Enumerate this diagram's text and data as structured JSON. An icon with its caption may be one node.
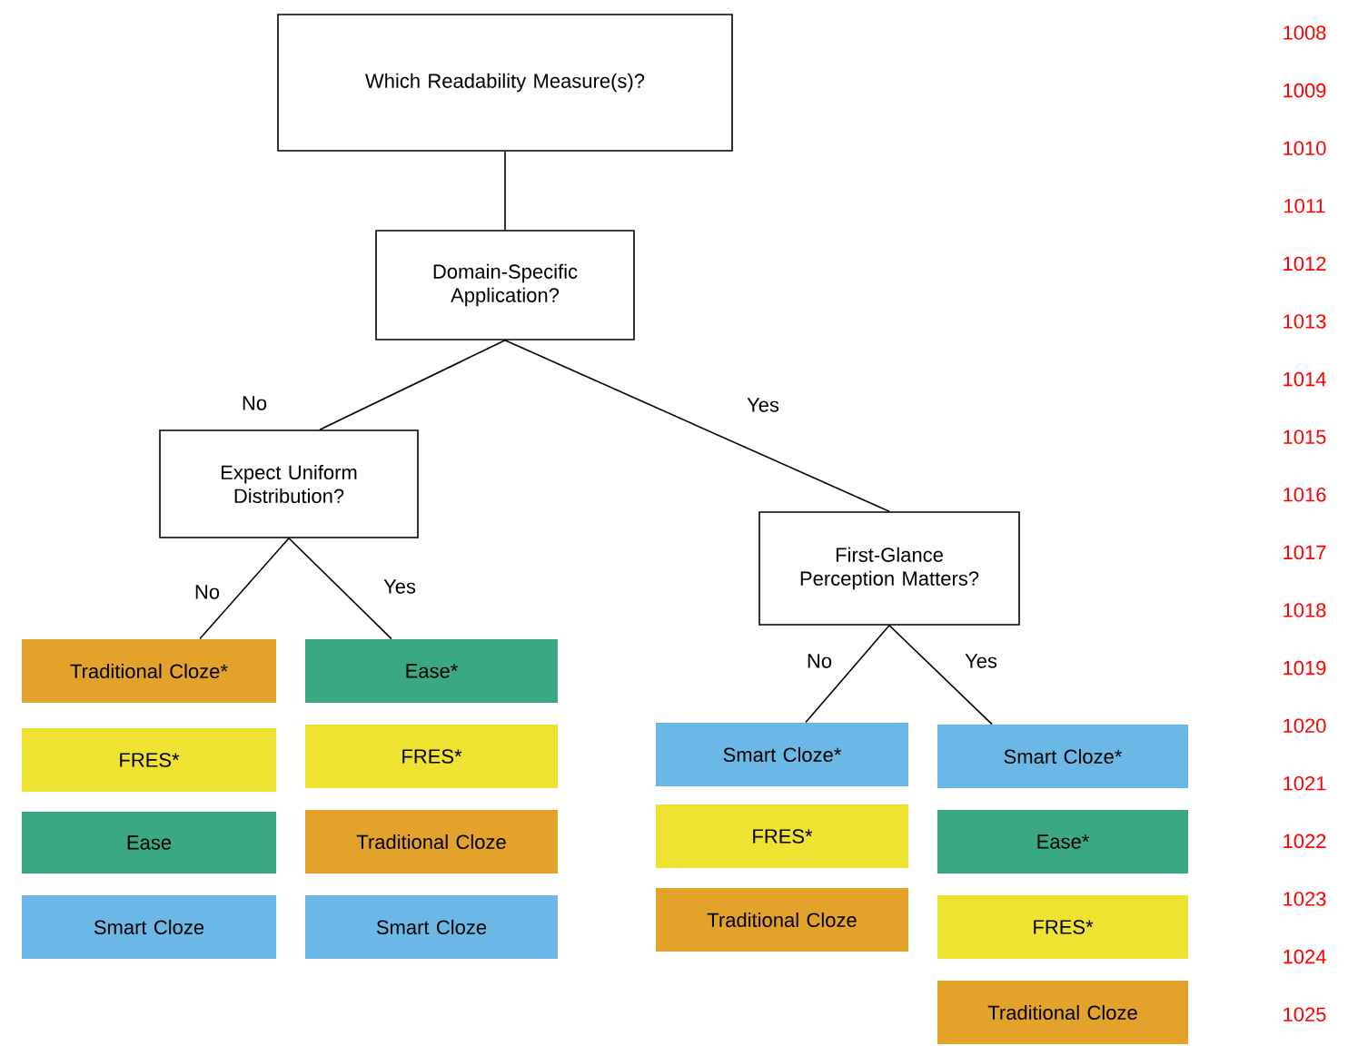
{
  "diagram": {
    "nodes": [
      {
        "text": [
          "Which Readability Measure(s)?"
        ]
      },
      {
        "text": [
          "Domain-Specific Application?"
        ]
      },
      {
        "text": [
          "Expect Uniform Distribution?"
        ]
      },
      {
        "text": [
          "First-Glance Perception Matters?"
        ]
      },
      {
        "text": [
          "Traditional Cloze*"
        ]
      },
      {
        "text": [
          "FRES*"
        ]
      },
      {
        "text": [
          "Ease"
        ]
      },
      {
        "text": [
          "Smart Cloze"
        ]
      },
      {
        "text": [
          "Ease*"
        ]
      },
      {
        "text": [
          "FRES*"
        ]
      },
      {
        "text": [
          "Traditional Cloze"
        ]
      },
      {
        "text": [
          "Smart Cloze"
        ]
      },
      {
        "text": [
          "Smart Cloze*"
        ]
      },
      {
        "text": [
          "FRES*"
        ]
      },
      {
        "text": [
          "Traditional Cloze"
        ]
      },
      {
        "text": [
          "Smart Cloze*"
        ]
      },
      {
        "text": [
          "Ease*"
        ]
      },
      {
        "text": [
          "FRES*"
        ]
      },
      {
        "text": [
          "Traditional Cloze"
        ]
      }
    ],
    "edges": [
      {
        "from": 0,
        "to": 1,
        "arrow": "none"
      },
      {
        "from": 1,
        "to": 2,
        "arrow": "none",
        "label": "No"
      },
      {
        "from": 1,
        "to": 3,
        "arrow": "none",
        "label": "Yes"
      },
      {
        "from": 2,
        "to": 4,
        "arrow": "none",
        "label": "No"
      },
      {
        "from": 2,
        "to": 8,
        "arrow": "none",
        "label": "Yes"
      },
      {
        "from": 3,
        "to": 12,
        "arrow": "none",
        "label": "No"
      },
      {
        "from": 3,
        "to": 15,
        "arrow": "none",
        "label": "Yes"
      }
    ],
    "labels": [
      "1008",
      "1009",
      "1010",
      "1011",
      "1012",
      "1013",
      "1014",
      "1015",
      "1016",
      "1017",
      "1018",
      "1019",
      "1020",
      "1021",
      "1022",
      "1023",
      "1024",
      "1025"
    ]
  }
}
